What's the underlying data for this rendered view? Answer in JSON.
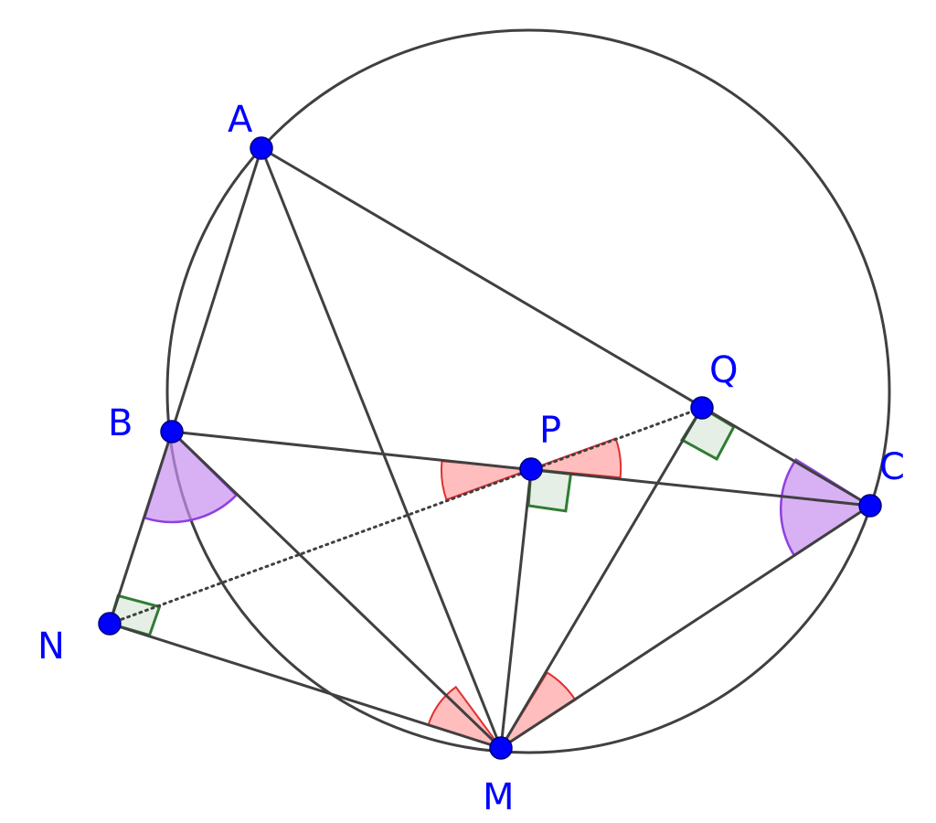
{
  "points": {
    "A": {
      "label": "A"
    },
    "B": {
      "label": "B"
    },
    "C": {
      "label": "C"
    },
    "M": {
      "label": "M"
    },
    "N": {
      "label": "N"
    },
    "P": {
      "label": "P"
    },
    "Q": {
      "label": "Q"
    }
  },
  "colors": {
    "point": "#0000ff",
    "label": "#0000ff",
    "line": "#404040",
    "equal_angle_red": "#ff9999",
    "equal_angle_purple": "#c890f0",
    "right_angle": "#2e7d32"
  }
}
